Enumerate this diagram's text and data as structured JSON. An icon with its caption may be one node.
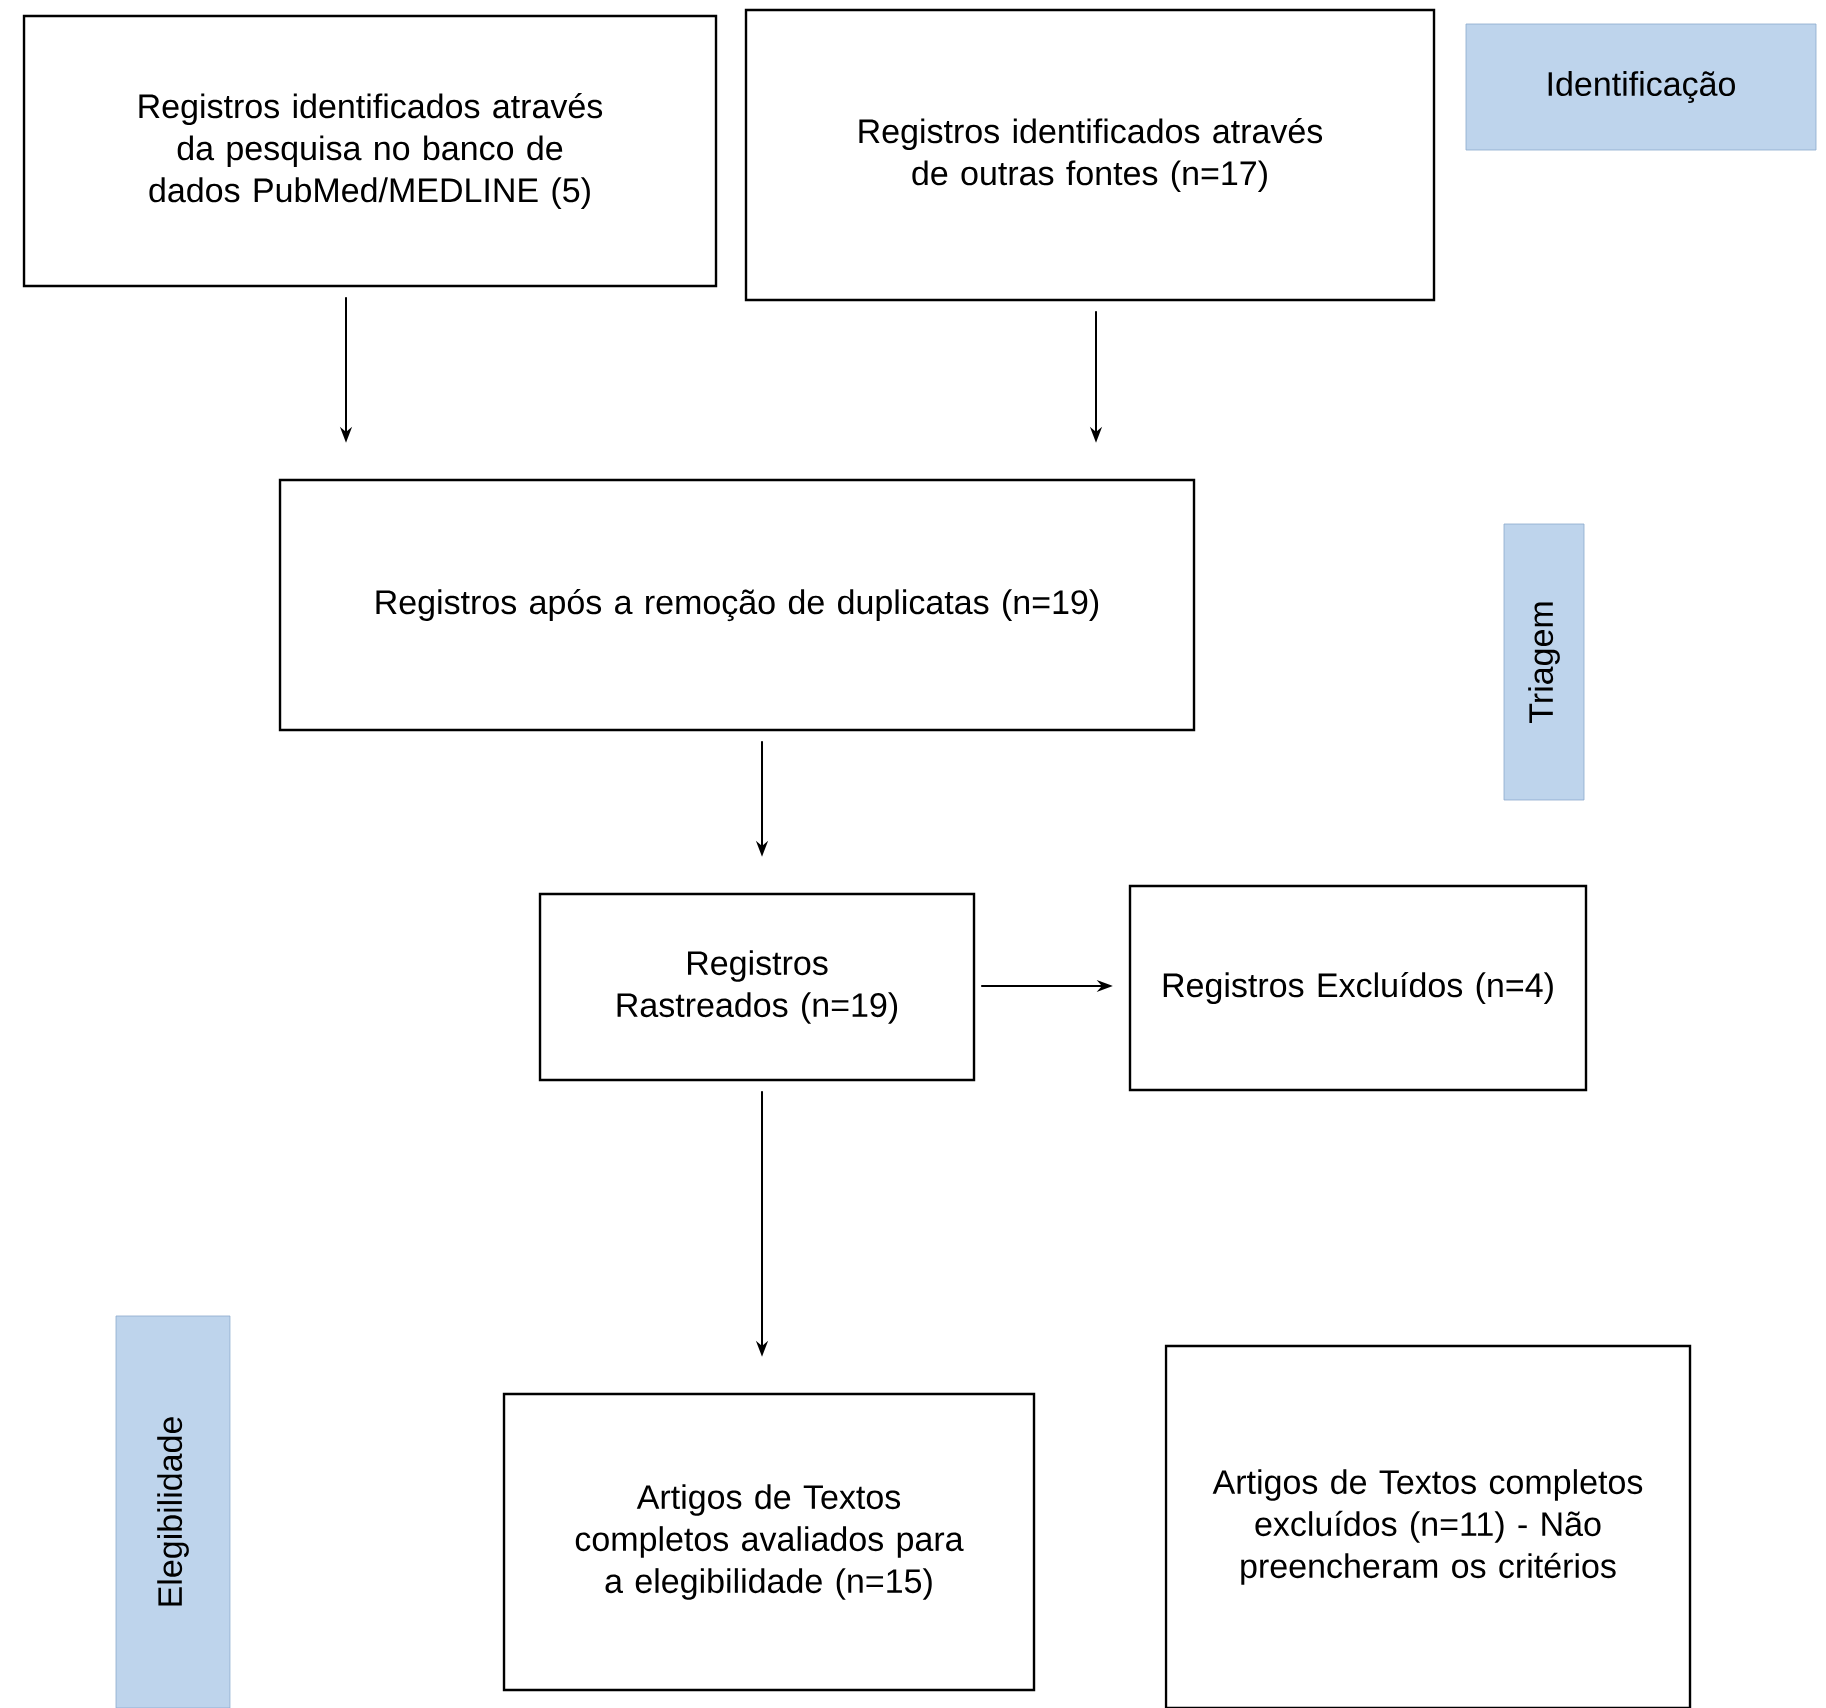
{
  "diagram": {
    "nodes": [
      {
        "text": [
          "Registros identificados através da pesquisa no banco de dados PubMed/MEDLINE (5)"
        ]
      },
      {
        "text": [
          "Registros identificados através de outras fontes (n=17)"
        ]
      },
      {
        "text": [
          "Identificação"
        ]
      },
      {
        "text": [
          "Registros após a remoção de duplicatas (n=19)"
        ]
      },
      {
        "text": [
          "Triagem"
        ]
      },
      {
        "text": [
          "Registros Rastreados (n=19)"
        ]
      },
      {
        "text": [
          "Registros Excluídos (n=4)"
        ]
      },
      {
        "text": [
          "Elegibilidade"
        ]
      },
      {
        "text": [
          "Artigos de Textos completos avaliados para a elegibilidade (n=15)"
        ]
      },
      {
        "text": [
          "Artigos de Textos completos excluídos (n=11) - Não preencheram os critérios"
        ]
      }
    ],
    "edges": [
      {
        "from": 0,
        "to": 3,
        "arrow": "to"
      },
      {
        "from": 1,
        "to": 3,
        "arrow": "to"
      },
      {
        "from": 3,
        "to": 5,
        "arrow": "to"
      },
      {
        "from": 5,
        "to": 6,
        "arrow": "to"
      },
      {
        "from": 5,
        "to": 8,
        "arrow": "to"
      }
    ]
  }
}
